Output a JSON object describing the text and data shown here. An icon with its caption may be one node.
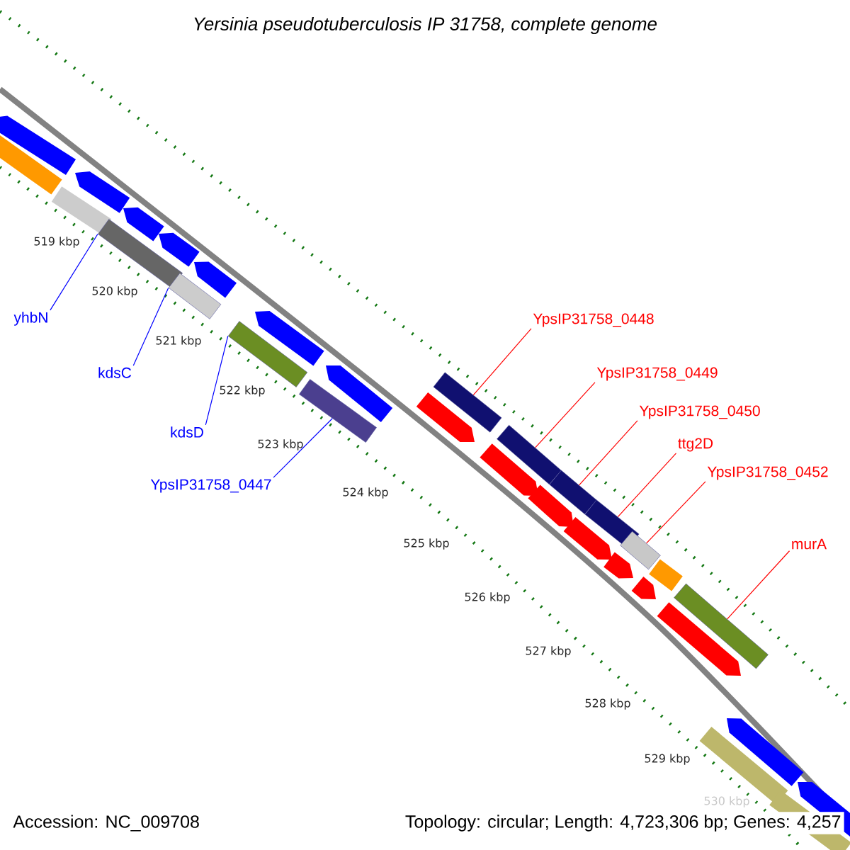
{
  "diagram": {
    "title": "Yersinia pseudotuberculosis IP 31758, complete genome",
    "nodes": [
      {
        "text": [
          "yhbN"
        ]
      },
      {
        "text": [
          "kdsC"
        ]
      },
      {
        "text": [
          "kdsD"
        ]
      },
      {
        "text": [
          "YpsIP31758_0447"
        ]
      },
      {
        "text": [
          "YpsIP31758_0448"
        ]
      },
      {
        "text": [
          "YpsIP31758_0449"
        ]
      },
      {
        "text": [
          "YpsIP31758_0450"
        ]
      },
      {
        "text": [
          "ttg2D"
        ]
      },
      {
        "text": [
          "YpsIP31758_0452"
        ]
      },
      {
        "text": [
          "murA"
        ]
      },
      {
        "text": [],
        "shape": "bar"
      },
      {
        "text": [],
        "shape": "bar"
      },
      {
        "text": [],
        "shape": "bar"
      },
      {
        "text": [],
        "shape": "bar"
      },
      {
        "text": [],
        "shape": "bar"
      },
      {
        "text": [],
        "shape": "bar"
      },
      {
        "text": [],
        "shape": "bar"
      },
      {
        "text": [],
        "shape": "bar"
      },
      {
        "text": [],
        "shape": "bar"
      },
      {
        "text": [],
        "shape": "bar"
      }
    ],
    "edges": [
      {
        "from": 0,
        "to": 10,
        "arrow": "none",
        "color": "#0000ff"
      },
      {
        "from": 1,
        "to": 11,
        "arrow": "none",
        "color": "#0000ff"
      },
      {
        "from": 2,
        "to": 12,
        "arrow": "none",
        "color": "#0000ff"
      },
      {
        "from": 3,
        "to": 13,
        "arrow": "none",
        "color": "#0000ff"
      },
      {
        "from": 4,
        "to": 14,
        "arrow": "none"
      },
      {
        "from": 5,
        "to": 15,
        "arrow": "none"
      },
      {
        "from": 6,
        "to": 16,
        "arrow": "none"
      },
      {
        "from": 7,
        "to": 17,
        "arrow": "none"
      },
      {
        "from": 8,
        "to": 18,
        "arrow": "none"
      },
      {
        "from": 9,
        "to": 19,
        "arrow": "none"
      }
    ],
    "labels": [
      "519 kbp",
      "520 kbp",
      "521 kbp",
      "522 kbp",
      "523 kbp",
      "524 kbp",
      "525 kbp",
      "526 kbp",
      "527 kbp",
      "528 kbp",
      "529 kbp",
      "530 kbp",
      "Accession: NC_009708",
      "Topology: circular; Length: 4,723,306 bp; Genes: 4,257"
    ]
  }
}
